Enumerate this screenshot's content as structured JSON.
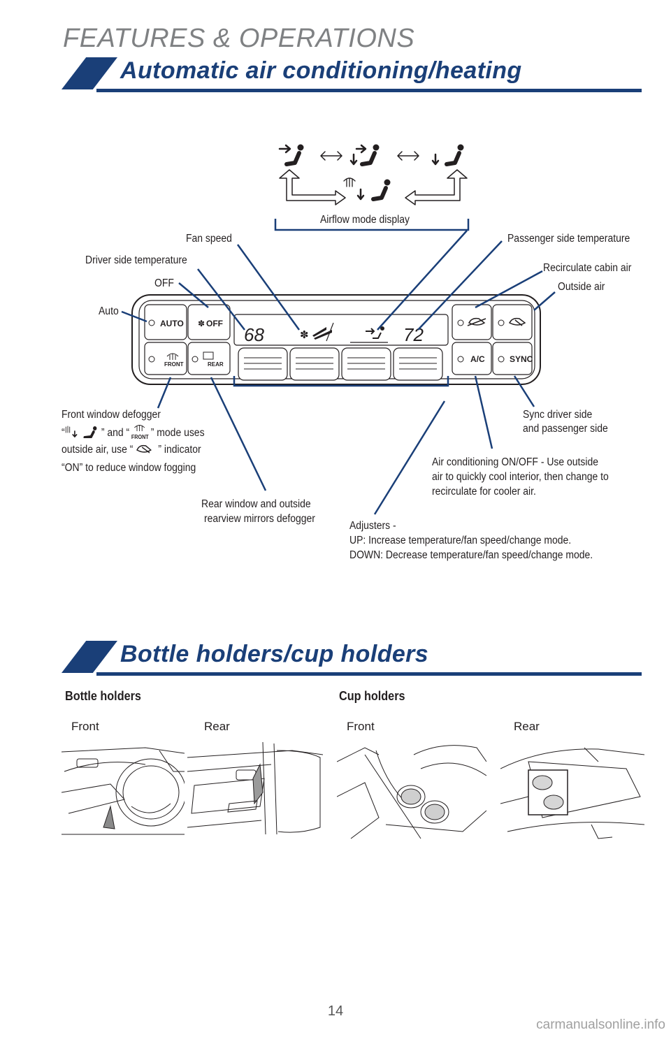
{
  "header": {
    "section": "FEATURES & OPERATIONS"
  },
  "ac_section": {
    "title": "Automatic air conditioning/heating",
    "airflow_label": "Airflow mode display",
    "callouts": {
      "fan_speed": "Fan speed",
      "passenger_temp": "Passenger side temperature",
      "driver_temp": "Driver side temperature",
      "recirculate": "Recirculate cabin air",
      "outside_air": "Outside air",
      "off": "OFF",
      "auto": "Auto",
      "front_defogger_1": "Front window defogger",
      "front_defogger_2a": "“",
      "front_defogger_2b": "” and “",
      "front_defogger_2c": "” mode uses",
      "front_defogger_3a": "outside air, use “",
      "front_defogger_3b": "” indicator",
      "front_defogger_4": "“ON” to reduce window fogging",
      "sync_1": "Sync driver side",
      "sync_2": "and passenger side",
      "ac_1": "Air conditioning ON/OFF - Use outside",
      "ac_2": "air to quickly cool interior, then change to",
      "ac_3": "recirculate for cooler air.",
      "rear_defogger_1": "Rear window and outside",
      "rear_defogger_2": "rearview mirrors defogger",
      "adjusters_1": "Adjusters -",
      "adjusters_2": "UP: Increase temperature/fan speed/change mode.",
      "adjusters_3": "DOWN: Decrease temperature/fan speed/change mode."
    },
    "panel": {
      "auto_btn": "AUTO",
      "off_btn": "OFF",
      "front_btn": "FRONT",
      "rear_btn": "REAR",
      "ac_btn": "A/C",
      "sync_btn": "SYNC",
      "driver_temp": "68",
      "passenger_temp": "72",
      "inline_front_icon_text": "FRONT"
    }
  },
  "holders_section": {
    "title": "Bottle holders/cup holders",
    "bottle_heading": "Bottle holders",
    "cup_heading": "Cup holders",
    "bottle_front": "Front",
    "bottle_rear": "Rear",
    "cup_front": "Front",
    "cup_rear": "Rear"
  },
  "footer": {
    "page_number": "14",
    "watermark": "carmanualsonline.info"
  },
  "colors": {
    "brand_blue": "#1a3f78",
    "text": "#231f20",
    "gray_heading": "#7f8183"
  }
}
